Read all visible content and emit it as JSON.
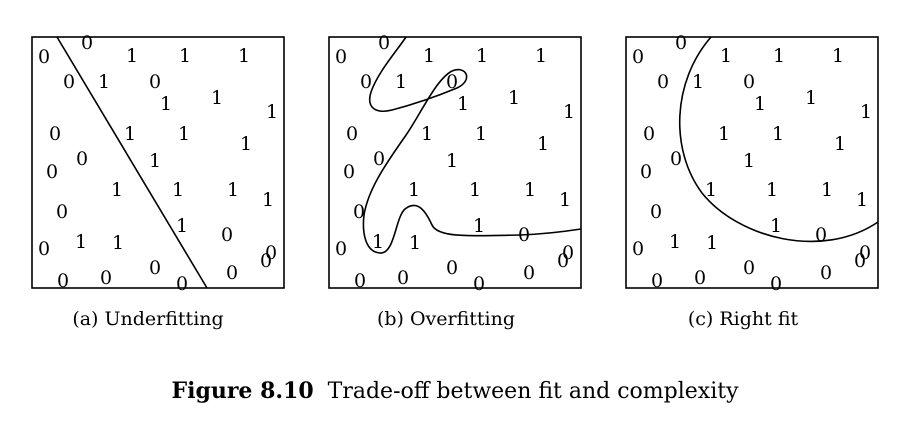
{
  "panels": [
    {
      "caption": "(a) Underfitting",
      "digits": [
        "0",
        "0",
        "1",
        "1",
        "1",
        "0",
        "1",
        "0",
        "1",
        "1",
        "1",
        "0",
        "1",
        "1",
        "1",
        "0",
        "0",
        "1",
        "0",
        "1",
        "1",
        "1",
        "1",
        "0",
        "1",
        "1",
        "0",
        "1",
        "0",
        "0",
        "0",
        "0",
        "0",
        "0",
        "0"
      ]
    },
    {
      "caption": "(b) Overfitting",
      "digits": [
        "0",
        "0",
        "1",
        "1",
        "1",
        "0",
        "1",
        "0",
        "1",
        "1",
        "1",
        "0",
        "1",
        "1",
        "1",
        "0",
        "0",
        "1",
        "0",
        "1",
        "1",
        "1",
        "1",
        "0",
        "1",
        "1",
        "0",
        "1",
        "0",
        "0",
        "0",
        "0",
        "0",
        "0",
        "0"
      ]
    },
    {
      "caption": "(c) Right fit",
      "digits": [
        "0",
        "0",
        "1",
        "1",
        "1",
        "0",
        "1",
        "0",
        "1",
        "1",
        "1",
        "0",
        "1",
        "1",
        "1",
        "0",
        "0",
        "1",
        "0",
        "1",
        "1",
        "1",
        "1",
        "0",
        "1",
        "1",
        "0",
        "1",
        "0",
        "0",
        "0",
        "0",
        "0",
        "0",
        "0"
      ]
    }
  ],
  "figure_caption": {
    "label": "Figure 8.10",
    "text": "Trade-off between fit and complexity"
  }
}
